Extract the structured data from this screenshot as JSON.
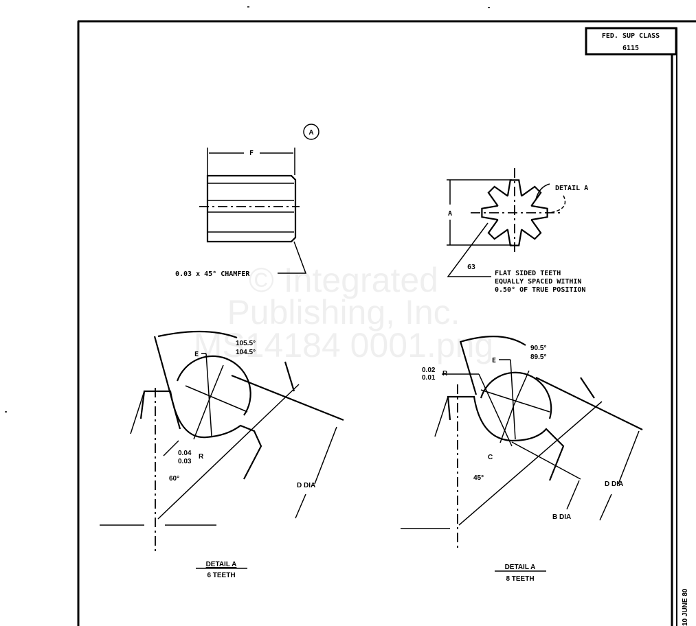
{
  "title_block": {
    "line1": "FED. SUP CLASS",
    "line2": "6115"
  },
  "side_date": "10 JUNE 80",
  "view_a": {
    "marker": "A",
    "dim_f": "F",
    "chamfer_note": "0.03 x 45° CHAMFER"
  },
  "end_view": {
    "dim_a": "A",
    "detail_ref": "DETAIL A",
    "finish": "63",
    "note_lines": [
      "FLAT SIDED TEETH",
      "EQUALLY SPACED WITHIN",
      "0.50° OF TRUE POSITION"
    ]
  },
  "detail_left": {
    "angle_max": "105.5°",
    "angle_min": "104.5°",
    "label_e": "E",
    "radius_max": "0.04",
    "radius_min": "0.03",
    "radius_suffix": "R",
    "angle": "60°",
    "dia": "D DIA",
    "caption_title": "DETAIL A",
    "caption_sub": "6 TEETH"
  },
  "detail_right": {
    "angle_max": "90.5°",
    "angle_min": "89.5°",
    "label_e": "E",
    "radius_max": "0.02",
    "radius_min": "0.01",
    "radius_suffix": "R",
    "label_c": "C",
    "angle": "45°",
    "dia_b": "B DIA",
    "dia_d": "D DIA",
    "caption_title": "DETAIL A",
    "caption_sub": "8 TEETH"
  },
  "watermark": [
    "© Integrated",
    "Publishing, Inc.",
    "MS14184 0001.png"
  ]
}
